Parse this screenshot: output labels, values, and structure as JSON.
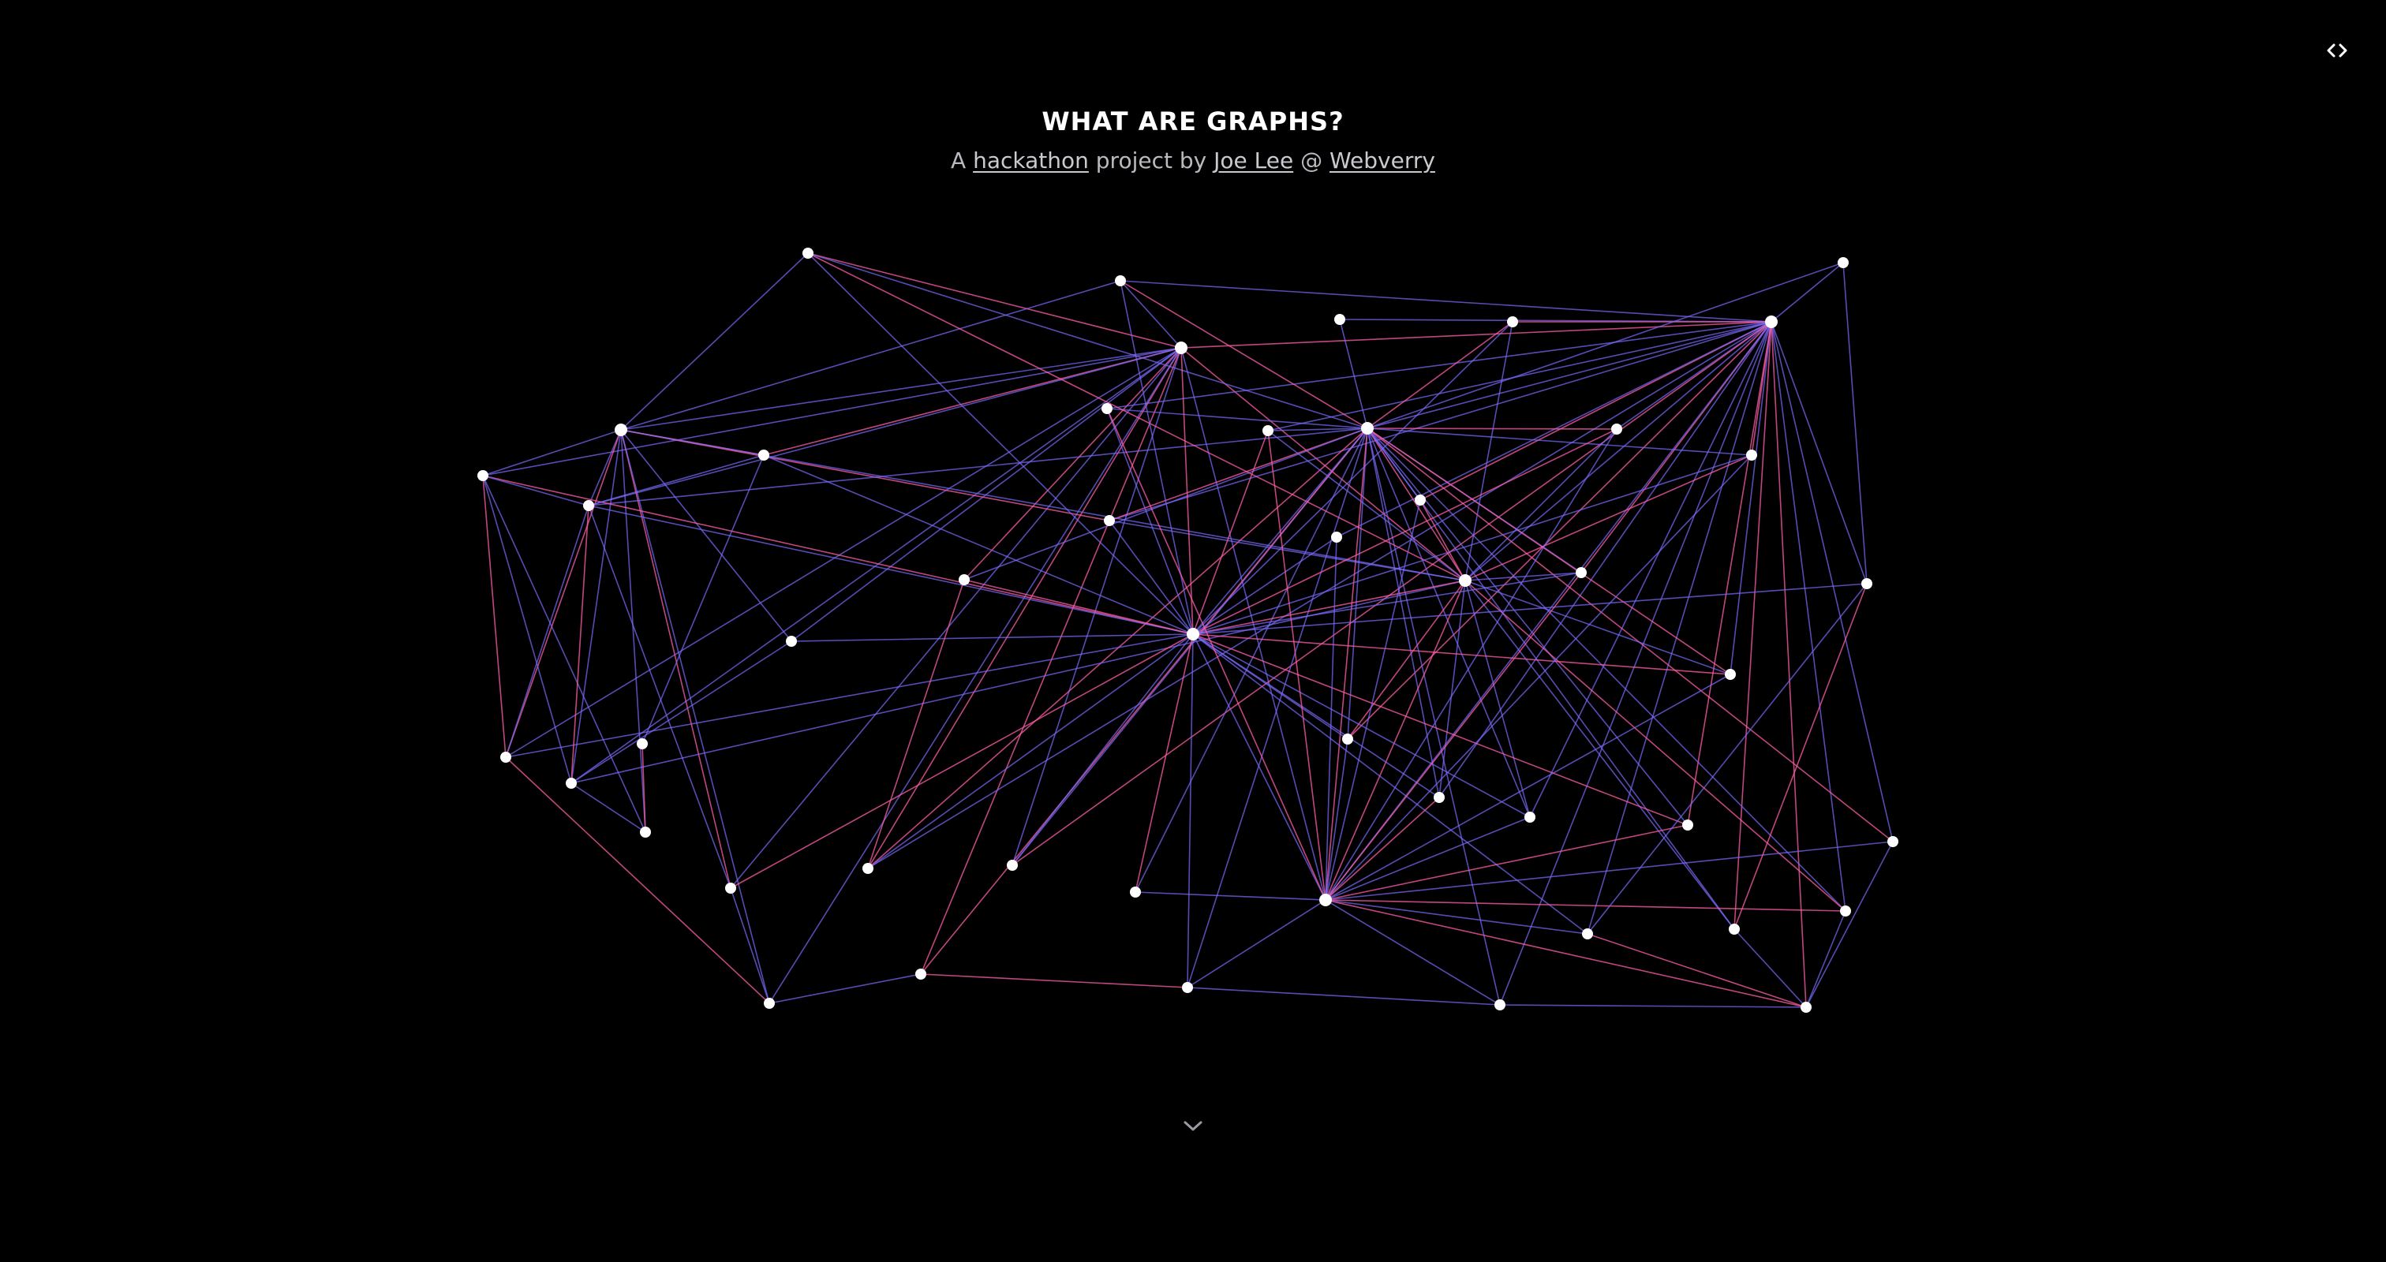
{
  "header": {
    "title": "WHAT ARE GRAPHS?",
    "subtitle_prefix": "A",
    "hackathon_link": "hackathon",
    "project_by": "project by",
    "author_link": "Joe Lee",
    "at_symbol": "@",
    "company_link": "Webverry"
  },
  "icons": {
    "code_toggle": "code-brackets-icon",
    "scroll_down": "chevron-down-icon"
  },
  "colors": {
    "background": "#000000",
    "node": "#ffffff",
    "edge_blue": "#7b6cff",
    "edge_pink": "#ff5fa8"
  }
}
